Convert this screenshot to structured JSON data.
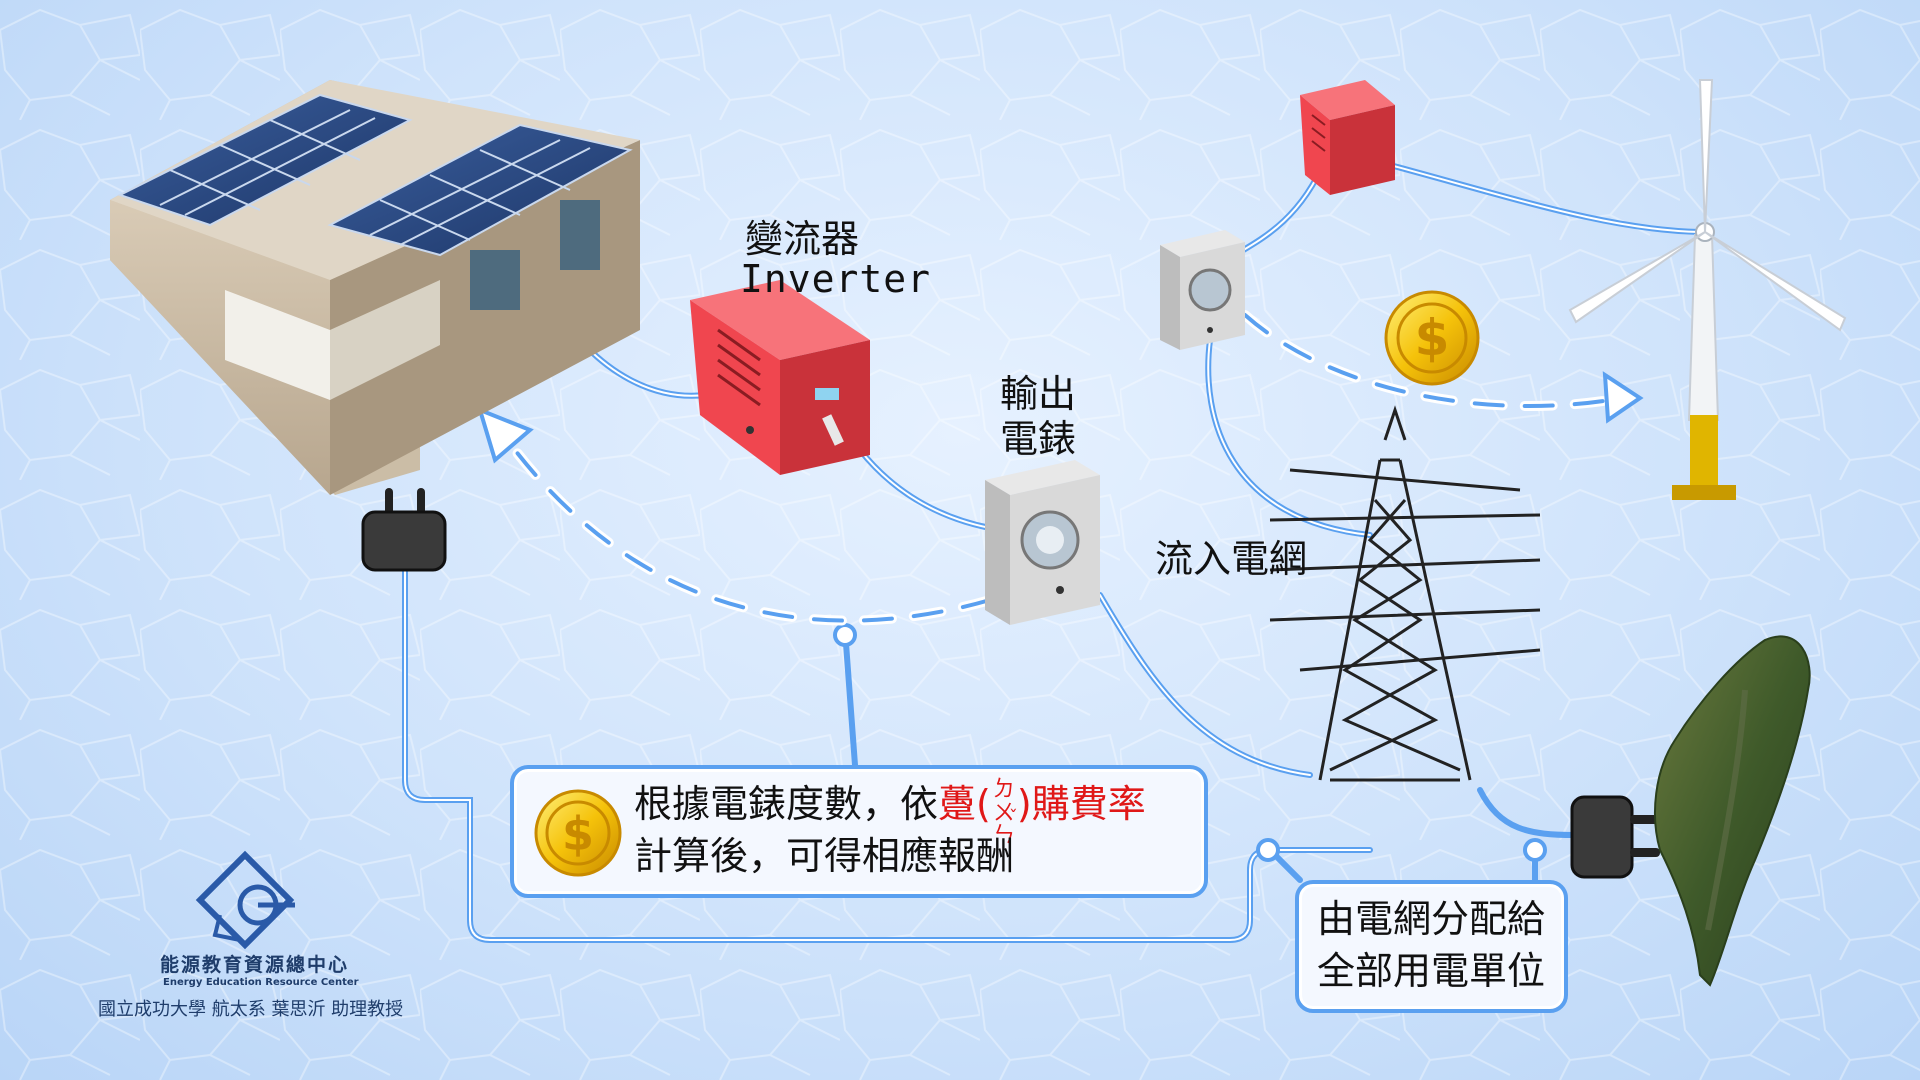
{
  "labels": {
    "inverter_zh": "變流器",
    "inverter_en": "Inverter",
    "meter_line1": "輸出",
    "meter_line2": "電錶",
    "grid_in": "流入電網"
  },
  "callout_payment": {
    "line1_before": "根據電錶度數，依",
    "red_term_a": "躉",
    "paren_open": "(",
    "zhuyin": [
      "ㄉ",
      "ㄨ",
      "ㄣ"
    ],
    "tone_mark": "ˇ",
    "paren_close": ")",
    "red_term_b": "購費率",
    "line2": "計算後，可得相應報酬"
  },
  "callout_distribution": {
    "line1": "由電網分配給",
    "line2": "全部用電單位"
  },
  "logo": {
    "title": "能源教育資源總中心",
    "subtitle": "Energy Education Resource Center"
  },
  "credit": "國立成功大學 航太系 葉思沂 助理教授",
  "colors": {
    "wire": "#5aa0f0",
    "transformer": "#f0464f",
    "coin": "#f5c20a",
    "red_text": "#e01818"
  },
  "icons": [
    "solar-house-icon",
    "inverter-box-icon",
    "meter-box-icon",
    "coin-icon",
    "plug-icon",
    "pylon-icon",
    "wind-turbine-icon",
    "taiwan-map-icon",
    "logo-icon"
  ]
}
